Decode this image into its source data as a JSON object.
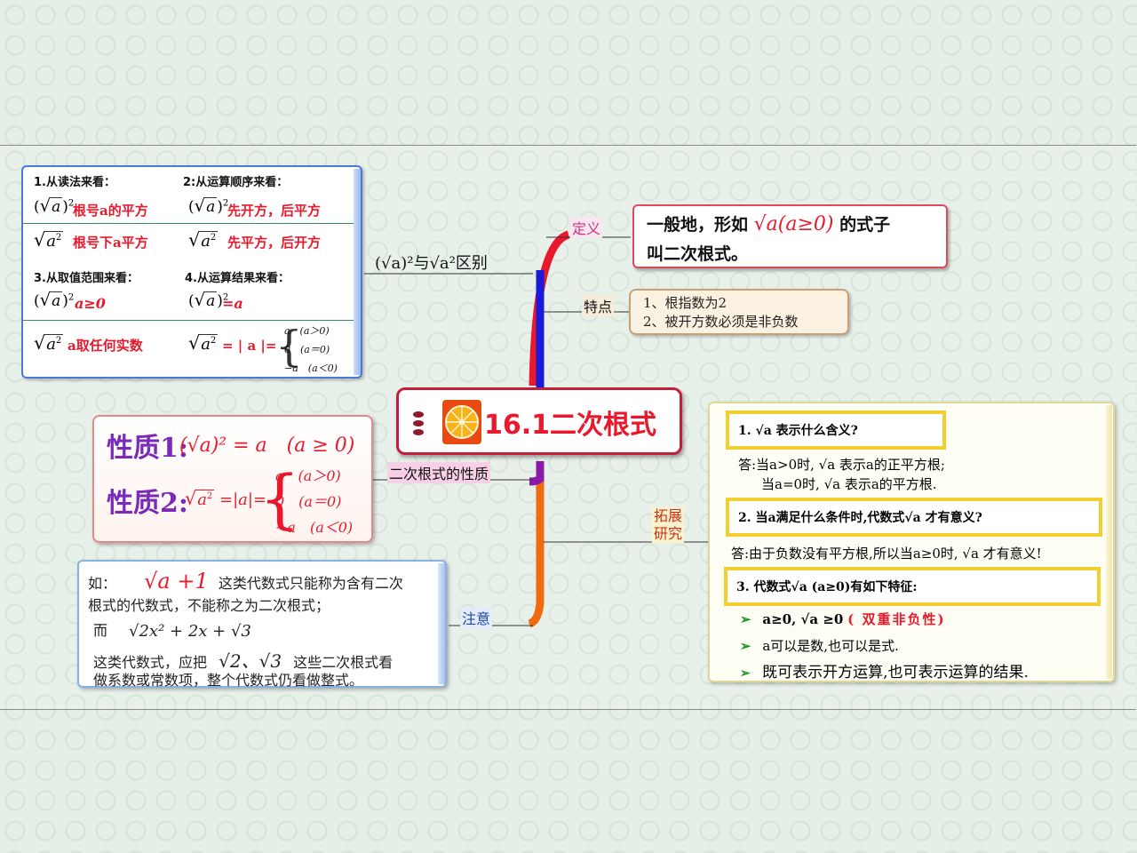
{
  "central": {
    "title": "16.1二次根式"
  },
  "branches": {
    "difference": "(√a)²与√a²区别",
    "definition": "定义",
    "features": "特点",
    "properties": "二次根式的性质",
    "extension_line1": "拓展",
    "extension_line2": "研究",
    "note": "注意"
  },
  "definition_box": {
    "line1_pre": "一般地，形如",
    "formula": "√a(a≥0)",
    "line1_post": "的式子",
    "line2": "叫二次根式。"
  },
  "features_box": {
    "item1": "1、根指数为2",
    "item2": "2、被开方数必须是非负数"
  },
  "difference_box": {
    "h1": "1.从读法来看：",
    "h2": "2:从运算顺序来看：",
    "h3": "3.从取值范围来看：",
    "h4": "4.从运算结果来看：",
    "r1c1": "根号a的平方",
    "r1c2": "先开方，后平方",
    "r2c1": "根号下a平方",
    "r2c2": "先平方，后开方",
    "r3c1": "a≥0",
    "r3c2": "=a",
    "r4c1": "a取任何实数",
    "r4c2": "= | a |=",
    "case1": "a　(a＞0)",
    "case2": "0　(a＝0)",
    "case3": "−a　(a＜0)"
  },
  "properties_box": {
    "p1_label": "性质1:",
    "p1_formula": "(√a)² = a　(a ≥ 0)",
    "p2_label": "性质2:",
    "case1": "a　(a＞0)",
    "case2": "0　(a＝0)",
    "case3": "−a　(a＜0)"
  },
  "note_box": {
    "prefix": "如：",
    "formula1": "√a +1",
    "text1": "这类代数式只能称为含有二次",
    "text2": "根式的代数式，不能称之为二次根式；",
    "and": "而",
    "formula2": "√2x² + 2x + √3",
    "text3_pre": "这类代数式，应把",
    "formula3": "√2、√3",
    "text3_post": "这些二次根式看",
    "text4": "做系数或常数项，整个代数式仍看做整式。"
  },
  "research_box": {
    "q1": "1. √a 表示什么含义?",
    "a1_line1": "答:当a>0时, √a 表示a的正平方根;",
    "a1_line2": "当a=0时, √a 表示a的平方根.",
    "q2": "2. 当a满足什么条件时,代数式√a 才有意义?",
    "a2": "答:由于负数没有平方根,所以当a≥0时, √a 才有意义!",
    "q3": "3. 代数式√a (a≥0)有如下特征:",
    "f1": "a≥0, √a ≥0",
    "f1_tag": "( 双重非负性)",
    "f2": "a可以是数,也可以是式.",
    "f3": "既可表示开方运算,也可表示运算的结果."
  }
}
